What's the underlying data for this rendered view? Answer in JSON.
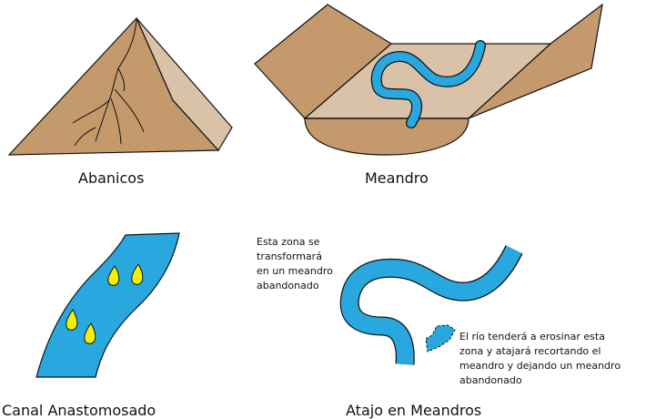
{
  "captions": {
    "abanicos": "Abanicos",
    "meandro": "Meandro",
    "canal": "Canal Anastomosado",
    "atajo": "Atajo en Meandros"
  },
  "notes": {
    "zona": "Esta zona se\ntransformará\nen un meandro\nabandonado",
    "rio": "El río tenderá a erosinar esta\nzona y atajará recortando el\nmeandro y dejando un meandro\nabandonado"
  },
  "colors": {
    "earth": "#c49a6c",
    "earth_light": "#d9c2a8",
    "water": "#29a8e0",
    "bar": "#f5f000",
    "outline": "#111111"
  }
}
